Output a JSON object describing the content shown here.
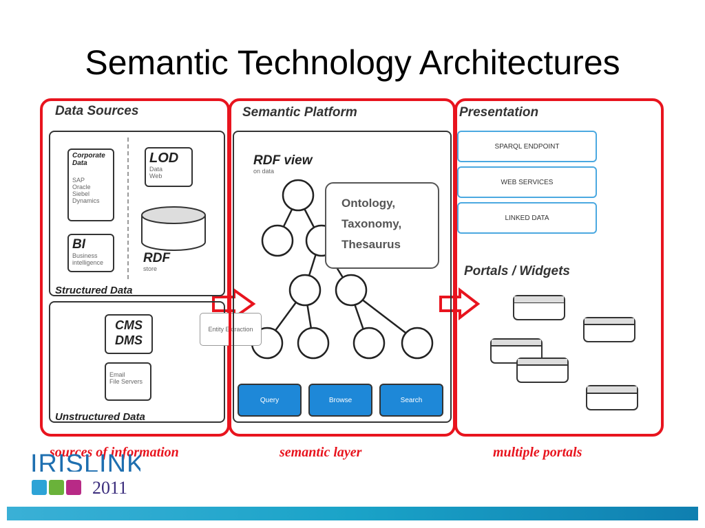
{
  "title": "Semantic Technology Architectures",
  "data_sources": {
    "heading": "Data Sources",
    "structured_label": "Structured Data",
    "unstructured_label": "Unstructured Data",
    "corporate": {
      "title": "Corporate Data",
      "lines": "SAP\nOracle\nSiebel\nDynamics"
    },
    "lod": {
      "title": "LOD",
      "sub": "Data\nWeb"
    },
    "bi": {
      "title": "BI",
      "sub": "Business\nintelligence"
    },
    "rdf": {
      "title": "RDF",
      "sub": "store"
    },
    "cms": {
      "title": "CMS\nDMS"
    },
    "email": {
      "text": "Email\nFile Servers"
    },
    "entity": "Entity Extraction"
  },
  "semantic_platform": {
    "heading": "Semantic Platform",
    "rdf_view": "RDF view",
    "rdf_view_sub": "on data",
    "ontology": "Ontology,\nTaxonomy,\nThesaurus",
    "buttons": [
      "Query",
      "Browse",
      "Search"
    ]
  },
  "presentation": {
    "heading": "Presentation",
    "items": [
      "SPARQL ENDPOINT",
      "WEB SERVICES",
      "LINKED DATA"
    ],
    "portals": "Portals / Widgets"
  },
  "captions": [
    "sources of information",
    "semantic layer",
    "multiple portals"
  ],
  "logo": {
    "text": "IRISLINK",
    "year": "2011"
  },
  "colors": {
    "red": "#e8141e",
    "blue": "#1e88d8",
    "bar": "#1aa3c8"
  }
}
